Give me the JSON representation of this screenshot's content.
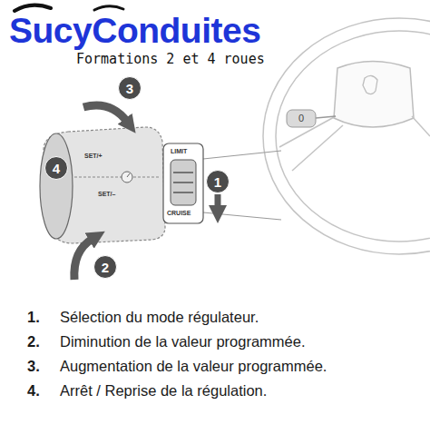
{
  "diagram": {
    "nodes": [
      {
        "text": [
          "3"
        ]
      },
      {
        "text": [
          "4"
        ]
      },
      {
        "text": [
          "1"
        ]
      },
      {
        "text": [
          "2"
        ]
      }
    ],
    "labels": [
      "SucyConduites",
      "Formations 2 et 4 roues",
      "0",
      "SET/+",
      "SET/–",
      "LIMIT",
      "CRUISE",
      "1.",
      "Sélection du mode régulateur.",
      "2.",
      "Diminution de la valeur programmée.",
      "3.",
      "Augmentation de la valeur programmée.",
      "4.",
      "Arrêt / Reprise de la régulation."
    ]
  }
}
